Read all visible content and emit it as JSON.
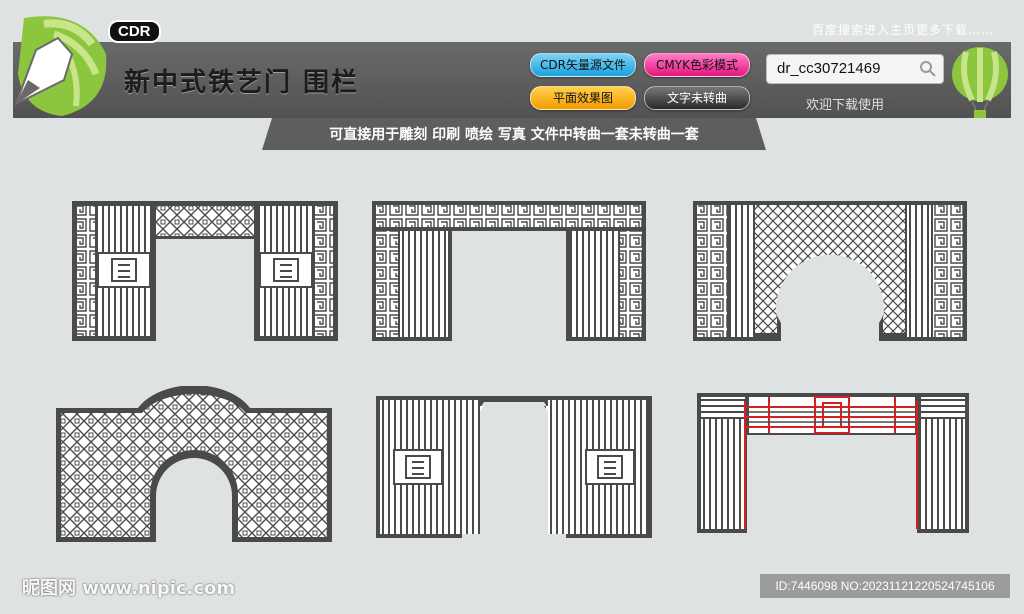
{
  "header": {
    "badge": "CDR",
    "title": "新中式铁艺门 围栏",
    "top_note": "百度搜索进入主页更多下载……",
    "subtitle": "可直接用于雕刻 印刷 喷绘 写真  文件中转曲一套未转曲一套"
  },
  "buttons": {
    "cdr": "CDR矢量源文件",
    "cmyk": "CMYK色彩模式",
    "flat": "平面效果图",
    "text": "文字未转曲"
  },
  "search": {
    "value": "dr_cc30721469",
    "icon": "search-icon"
  },
  "welcome": "欢迎下载使用",
  "watermark": {
    "site": "昵图网 www.nipic.com",
    "id": "ID:7446098 NO:20231121220524745106"
  },
  "colors": {
    "background": "#dfe2e3",
    "banner": "#5e5e5e",
    "frame": "#4a4a4a",
    "highlight": "#d42020"
  }
}
